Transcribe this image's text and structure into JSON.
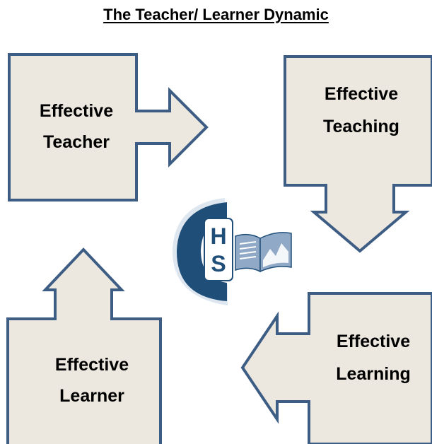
{
  "title": "The Teacher/ Learner Dynamic",
  "nodes": {
    "teacher": {
      "line1": "Effective",
      "line2": "Teacher"
    },
    "teaching": {
      "line1": "Effective",
      "line2": "Teaching"
    },
    "learning": {
      "line1": "Effective",
      "line2": "Learning"
    },
    "learner": {
      "line1": "Effective",
      "line2": "Learner"
    }
  },
  "logo": {
    "letters": "CHS",
    "icon": "chs-school-logo-open-book"
  },
  "colors": {
    "shape_fill": "#ece8df",
    "shape_stroke": "#3e5d85",
    "logo_dark": "#1f4e79",
    "logo_light": "#8fa9c6"
  }
}
